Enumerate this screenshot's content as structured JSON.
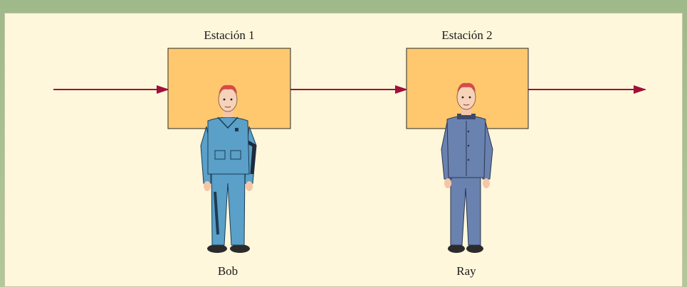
{
  "stations": [
    {
      "label": "Estación 1",
      "worker": "Bob"
    },
    {
      "label": "Estación 2",
      "worker": "Ray"
    }
  ],
  "colors": {
    "background_panel": "#fff7db",
    "frame": "#a8c08c",
    "station_fill": "#ffc86e",
    "arrow": "#a0103a",
    "bob_uniform": "#5aa0c8",
    "ray_uniform": "#6a82b0"
  }
}
